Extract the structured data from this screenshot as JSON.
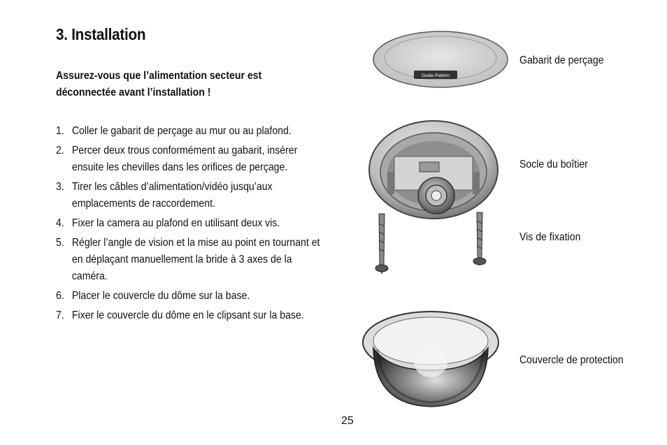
{
  "section": {
    "title": "3.  Installation",
    "warning": "Assurez-vous que l’alimentation secteur est déconnectée avant l’installation !"
  },
  "steps": [
    {
      "num": "1.",
      "text": "Coller le gabarit de perçage au mur ou au plafond."
    },
    {
      "num": "2.",
      "text": "Percer deux trous conformément au gabarit, insérer ensuite les chevilles dans les orifices de perçage."
    },
    {
      "num": "3.",
      "text": "Tirer les câbles d’alimentation/vidéo jusqu’aux emplacements de raccordement."
    },
    {
      "num": "4.",
      "text": "Fixer la camera au plafond en utilisant deux vis."
    },
    {
      "num": "5.",
      "text": "Régler l’angle de vision et la mise au point en tournant et en déplaçant manuellement la bride à 3 axes de la caméra."
    },
    {
      "num": "6.",
      "text": "Placer le couvercle du dôme sur la base."
    },
    {
      "num": "7.",
      "text": "Fixer le couvercle du dôme en le clipsant sur la base."
    }
  ],
  "illustrations": {
    "template_tag": "Guide Pattern",
    "labels": {
      "drill_template": "Gabarit de perçage",
      "housing_base": "Socle du boîtier",
      "screws": "Vis de fixation",
      "cover": "Couvercle de protection"
    }
  },
  "page_number": "25"
}
